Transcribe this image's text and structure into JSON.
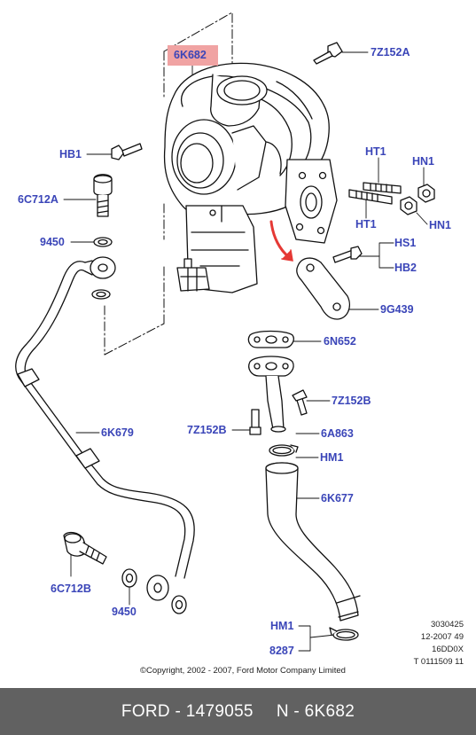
{
  "labels": {
    "p6K682": "6K682",
    "p7Z152A": "7Z152A",
    "HB1": "HB1",
    "HT1a": "HT1",
    "HN1a": "HN1",
    "p6C712A": "6C712A",
    "HT1b": "HT1",
    "HN1b": "HN1",
    "p9450a": "9450",
    "HS1": "HS1",
    "HB2": "HB2",
    "p9G439": "9G439",
    "p6N652": "6N652",
    "p7Z152B_r": "7Z152B",
    "p6K679": "6K679",
    "p7Z152B_l": "7Z152B",
    "p6A863": "6A863",
    "HM1a": "HM1",
    "p6K677": "6K677",
    "p6C712B": "6C712B",
    "p9450b": "9450",
    "HM1b": "HM1",
    "p8287": "8287"
  },
  "meta": {
    "line1": "3030425",
    "line2": "12-2007 49",
    "line3": "16DD0X",
    "line4": "T 0111509 11"
  },
  "copyright": "©Copyright, 2002 - 2007, Ford Motor Company Limited",
  "footer": {
    "part_ref": "FORD - 1479055",
    "part_code": "N - 6K682"
  },
  "colors": {
    "label": "#3a45b8",
    "highlight": "#f0a3a3",
    "arrow": "#e53935",
    "footer_bg": "#616161"
  }
}
